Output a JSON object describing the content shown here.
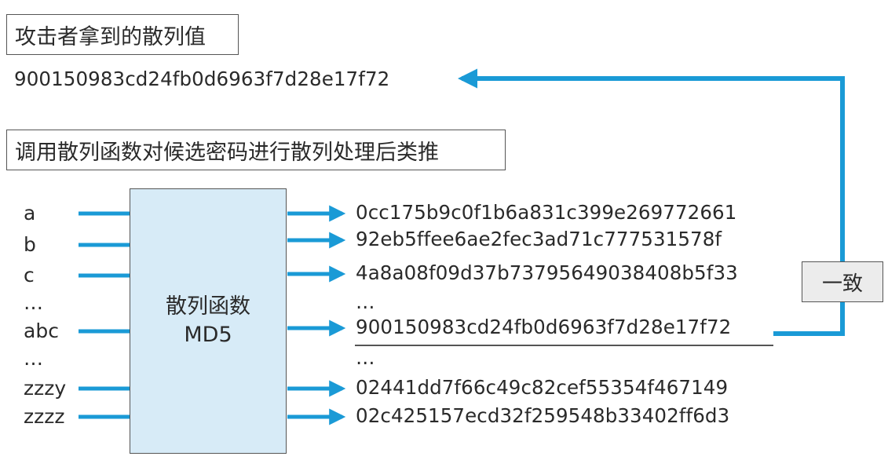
{
  "header": {
    "attacker_title": "攻击者拿到的散列值",
    "target_hash": "900150983cd24fb0d6963f7d28e17f72",
    "method_title": "调用散列函数对候选密码进行散列处理后类推"
  },
  "hash_function": {
    "line1": "散列函数",
    "line2": "MD5"
  },
  "inputs": [
    "a",
    "b",
    "c",
    "…",
    "abc",
    "…",
    "zzzy",
    "zzzz"
  ],
  "outputs": [
    "0cc175b9c0f1b6a831c399e269772661",
    "92eb5ffee6ae2fec3ad71c777531578f",
    "4a8a08f09d37b73795649038408b5f33",
    "…",
    "900150983cd24fb0d6963f7d28e17f72",
    "…",
    "02441dd7f66c49c82cef55354f467149",
    "02c425157ecd32f259548b33402ff6d3"
  ],
  "match_label": "一致",
  "colors": {
    "arrow": "#1a9ad6",
    "box_fill": "#d7ebf7",
    "match_fill": "#ececec"
  }
}
